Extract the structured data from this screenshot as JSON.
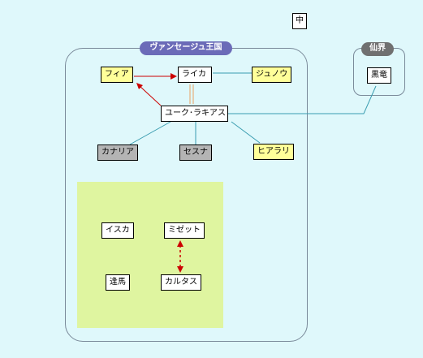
{
  "corner_label": "中",
  "groups": {
    "kingdom": {
      "label": "ヴァンセージュ王国",
      "color": "#6b6bb8"
    },
    "other_world": {
      "label": "仙界",
      "color": "#707070"
    }
  },
  "nodes": {
    "fia": "フィア",
    "laika": "ライカ",
    "juno": "ジュノウ",
    "yuk": "ユーク･ラキアス",
    "canaria": "カナリア",
    "sesna": "セスナ",
    "hiarari": "ヒアラリ",
    "kokuryu": "黒竜",
    "iska": "イスカ",
    "mizetto": "ミゼット",
    "touma": "逢馬",
    "carutas": "カルタス"
  },
  "colors": {
    "background": "#dff8fb",
    "link_teal": "#3a9db0",
    "link_red": "#cc0000",
    "link_orange": "#e8a060",
    "zone": "#dff5a0"
  }
}
